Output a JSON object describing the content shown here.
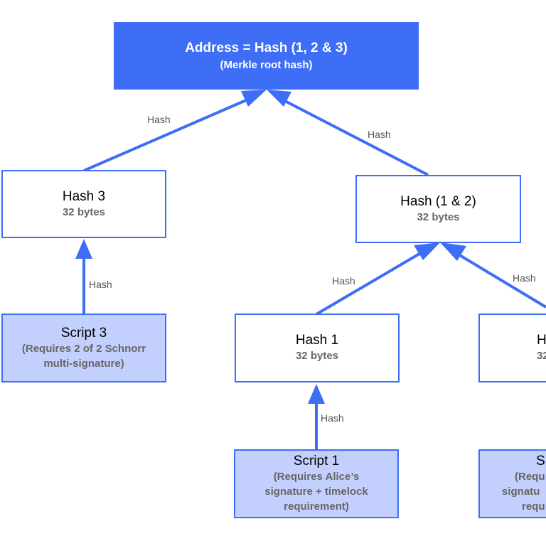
{
  "colors": {
    "accent": "#3d6ef5",
    "script_fill": "#c3d0fd",
    "label_gray": "#666666"
  },
  "root": {
    "title": "Address = Hash (1, 2 & 3)",
    "subtitle": "(Merkle root hash)"
  },
  "nodes": {
    "hash_3": {
      "title": "Hash 3",
      "subtitle": "32 bytes"
    },
    "hash_1_2": {
      "title": "Hash (1 & 2)",
      "subtitle": "32 bytes"
    },
    "hash_1": {
      "title": "Hash 1",
      "subtitle": "32 bytes"
    },
    "hash_2_partial": {
      "title": "H",
      "subtitle": "32"
    },
    "script_3": {
      "title": "Script 3",
      "subtitle_lines": [
        "(Requires 2 of 2 Schnorr",
        "multi-signature)"
      ]
    },
    "script_1": {
      "title": "Script 1",
      "subtitle_lines": [
        "(Requires Alice’s",
        "signature + timelock",
        "requirement)"
      ]
    },
    "script_2_partial": {
      "title": "S",
      "subtitle_lines": [
        "(Requ",
        "signatu",
        "requ"
      ]
    }
  },
  "edge_labels": {
    "hash3_to_root": "Hash",
    "hash12_to_root": "Hash",
    "script3_to_hash3": "Hash",
    "hash1_to_hash12": "Hash",
    "hash2_to_hash12": "Hash",
    "script1_to_hash1": "Hash"
  }
}
